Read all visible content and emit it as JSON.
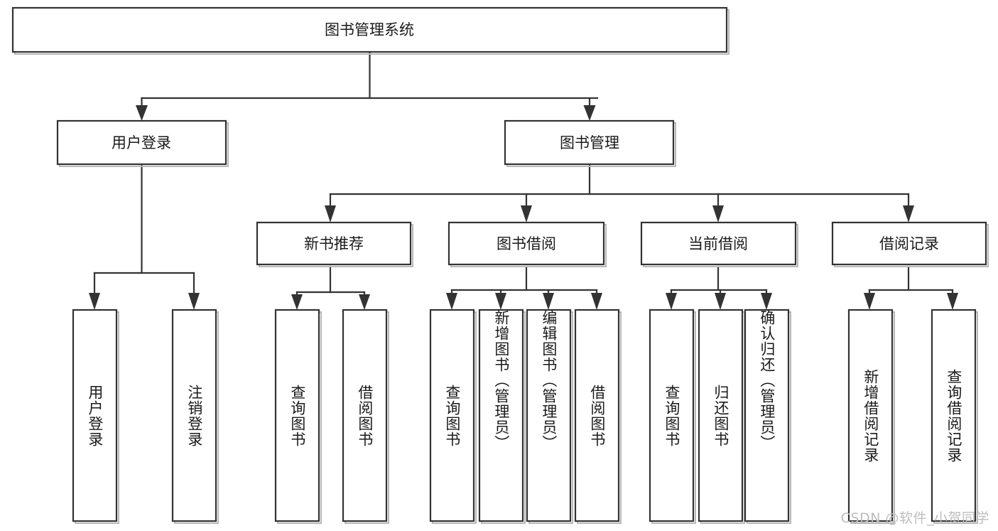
{
  "diagram": {
    "type": "tree-hierarchy-chart",
    "title": "图书管理系统",
    "orientation": "top-down",
    "colors": {
      "box_border": "#333333",
      "box_fill": "#ffffff",
      "connector": "#333333",
      "text": "#1a1a1a",
      "watermark": "#bdbdbd",
      "background": "#ffffff"
    },
    "root": {
      "label": "图书管理系统"
    },
    "level2": [
      {
        "label": "用户登录"
      },
      {
        "label": "图书管理"
      }
    ],
    "level3": [
      {
        "label": "新书推荐"
      },
      {
        "label": "图书借阅"
      },
      {
        "label": "当前借阅"
      },
      {
        "label": "借阅记录"
      }
    ],
    "leaves": {
      "user_login": [
        {
          "label": "用户登录"
        },
        {
          "label": "注销登录"
        }
      ],
      "new_book_recommend": [
        {
          "label": "查询图书"
        },
        {
          "label": "借阅图书"
        }
      ],
      "book_borrow": [
        {
          "label": "查询图书"
        },
        {
          "label": "新增图书（管理员）"
        },
        {
          "label": "编辑图书（管理员）"
        },
        {
          "label": "借阅图书"
        }
      ],
      "current_borrow": [
        {
          "label": "查询图书"
        },
        {
          "label": "归还图书"
        },
        {
          "label": "确认归还（管理员）"
        }
      ],
      "borrow_record": [
        {
          "label": "新增借阅记录"
        },
        {
          "label": "查询借阅记录"
        }
      ]
    }
  },
  "watermark": {
    "text": "CSDN @软件_小贺同学"
  }
}
